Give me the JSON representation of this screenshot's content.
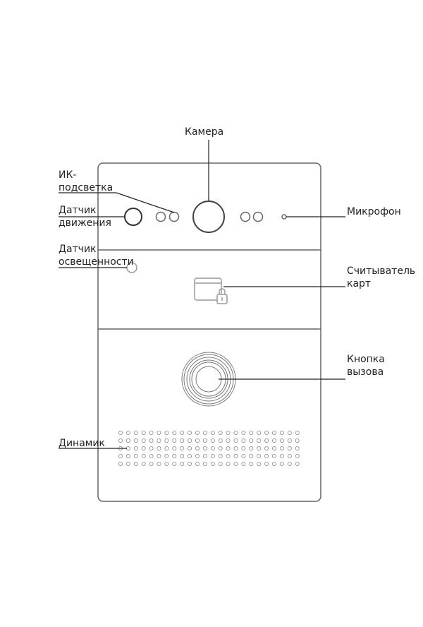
{
  "labels": {
    "camera": "Камера",
    "ir_1": "ИК-",
    "ir_2": "подсветка",
    "motion_1": "Датчик",
    "motion_2": "движения",
    "light_1": "Датчик",
    "light_2": "освещенности",
    "mic": "Микрофон",
    "reader_1": "Считыватель",
    "reader_2": "карт",
    "button_1": "Кнопка",
    "button_2": "вызова",
    "speaker": "Динамик"
  },
  "colors": {
    "device": "#666666",
    "line": "#222222"
  }
}
